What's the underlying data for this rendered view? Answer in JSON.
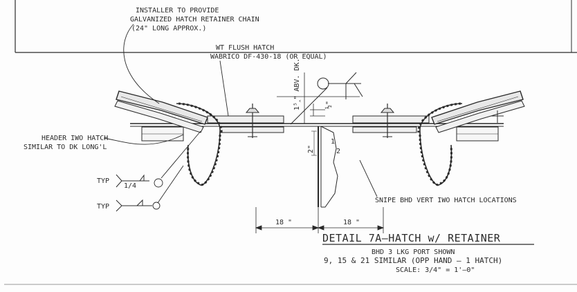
{
  "notes": {
    "installer_line1": "INSTALLER TO PROVIDE",
    "installer_line2": "GALVANIZED HATCH RETAINER CHAIN",
    "installer_line3": "(24\" LONG APPROX.)",
    "hatch_line1": "WT FLUSH HATCH",
    "hatch_line2": "WABRICO DF-430-18 (OR EQUAL)",
    "header_line1": "HEADER IWO HATCH",
    "header_line2": "SIMILAR TO DK LONG'L",
    "snipe": "SNIPE BHD VERT  IWO HATCH LOCATIONS"
  },
  "dimensions": {
    "above_deck": "1⁵‸\" ABV. DK.",
    "half": "½\"",
    "two_inch": "2\"",
    "left_span": "18 \"",
    "right_span": "18 \"",
    "slope_1": "1",
    "slope_2": "2"
  },
  "welds": {
    "typ_upper": "TYP",
    "quarter": "1/4",
    "typ_lower": "TYP"
  },
  "title_block": {
    "title": "DETAIL 7A–HATCH w/ RETAINER",
    "line1": "BHD 3 LKG PORT SHOWN",
    "line2": "9, 15 & 21 SIMILAR (OPP HAND – 1 HATCH)",
    "line3": "SCALE: 3/4\" = 1'–0\""
  },
  "colors": {
    "ink": "#2a2a2a",
    "paper": "#fdfdfd"
  }
}
